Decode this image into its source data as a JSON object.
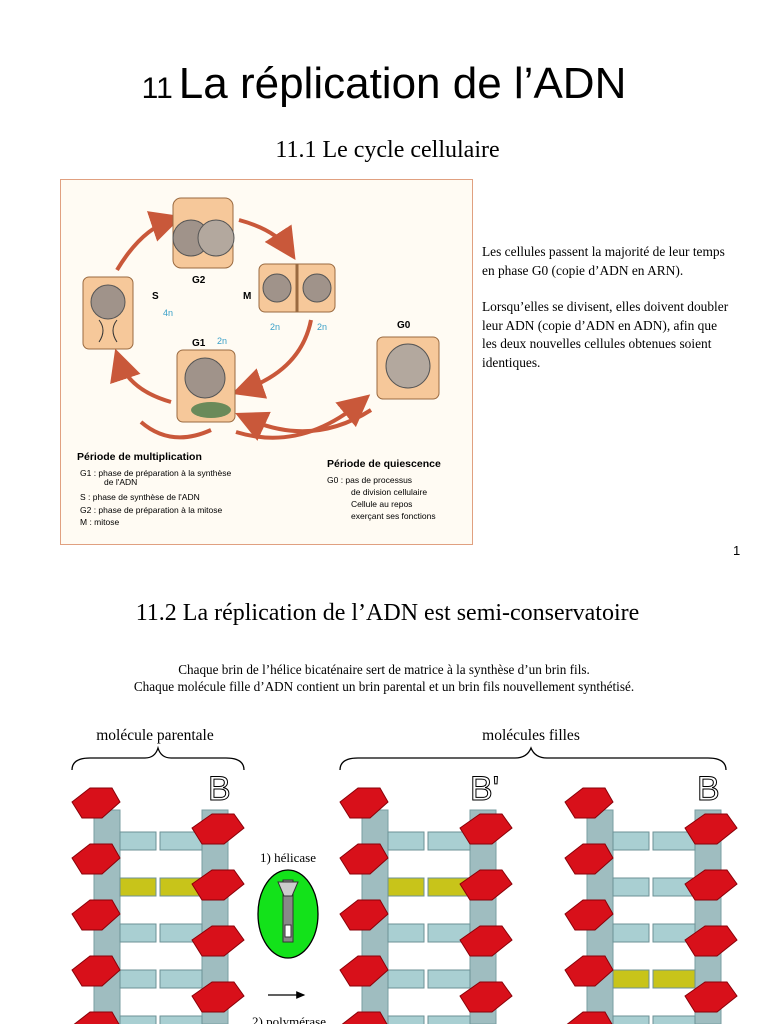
{
  "page": {
    "title_number": "11",
    "title_text": "La réplication de l’ADN",
    "section1_title": "11.1 Le cycle cellulaire",
    "section2_title": "11.2 La réplication de l’ADN est semi-conservatoire",
    "page_number": "1"
  },
  "cycle_figure": {
    "phase_g2": "G2",
    "phase_m": "M",
    "phase_s": "S",
    "phase_g1": "G1",
    "phase_g0": "G0",
    "ploidy_4n": "4n",
    "ploidy_2n_g1": "2n",
    "ploidy_2n_m_left": "2n",
    "ploidy_2n_m_right": "2n",
    "legend_mult_title": "Période de multiplication",
    "legend_mult_lines": [
      "G1 : phase de préparation à la synthèse",
      "de l'ADN",
      "S :   phase de synthèse de l'ADN",
      "G2 : phase de préparation à la mitose",
      "M :   mitose"
    ],
    "legend_quies_title": "Période de quiescence",
    "legend_quies_lines": [
      "G0 : pas de processus",
      "de division cellulaire",
      "Cellule au repos",
      "exerçant ses fonctions"
    ]
  },
  "side_text": {
    "paragraph1": "Les cellules passent la majorité de leur temps en phase G0 (copie d’ADN en ARN).",
    "paragraph2": "Lorsqu’elles se divisent, elles doivent doubler leur ADN (copie d’ADN en ADN), afin que les deux nouvelles cellules obtenues soient identiques."
  },
  "intro": {
    "line1": "Chaque brin de l’hélice bicaténaire sert de matrice à la synthèse d’un brin fils.",
    "line2": "Chaque molécule fille d’ADN contient un brin parental et un brin  fils nouvellement synthétisé."
  },
  "dna_figure": {
    "parent_label": "molécule parentale",
    "daughters_label": "molécules filles",
    "parent_letter": "B",
    "daughter1_letter": "B'",
    "daughter2_letter": "B",
    "step1": "1) hélicase",
    "step2": "2) polymérase",
    "colors": {
      "backbone": "#9fbdc0",
      "base_pair": "#a9cfd2",
      "highlight_pair": "#c8c41a",
      "helix_red": "#d8101a",
      "zipper_green": "#13e21a"
    }
  }
}
